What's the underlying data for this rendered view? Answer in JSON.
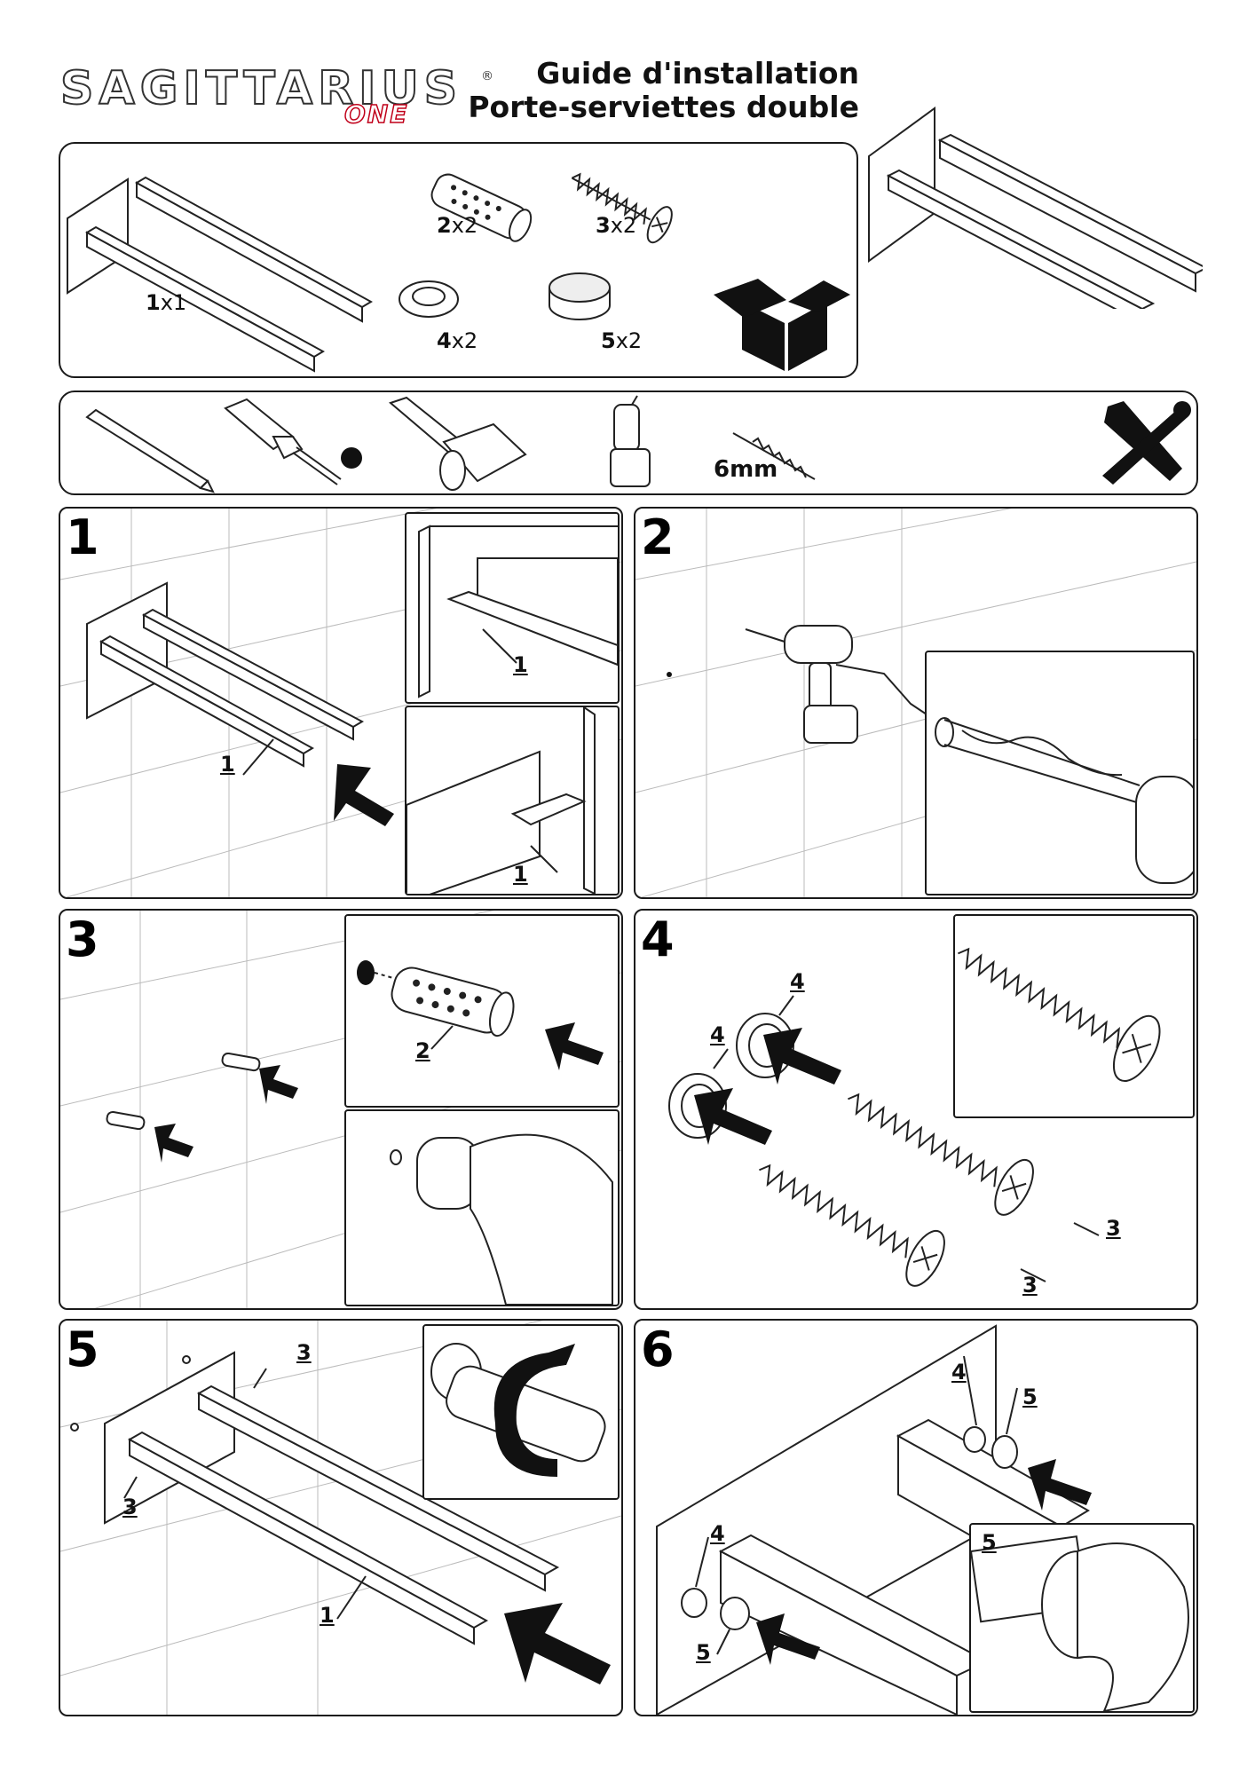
{
  "brand": {
    "name": "SAGITTARIUS",
    "registered": "®",
    "sub": "ONE"
  },
  "title": {
    "line1": "Guide d'installation",
    "line2": "Porte-serviettes double"
  },
  "parts": [
    {
      "number": "1",
      "quantity": "x1",
      "icon": "towel-rail-icon"
    },
    {
      "number": "2",
      "quantity": "x2",
      "icon": "wall-plug-icon"
    },
    {
      "number": "3",
      "quantity": "x2",
      "icon": "screw-icon"
    },
    {
      "number": "4",
      "quantity": "x2",
      "icon": "washer-ring-icon"
    },
    {
      "number": "5",
      "quantity": "x2",
      "icon": "cover-cap-icon"
    }
  ],
  "tools": {
    "items": [
      "pencil-icon",
      "phillips-screwdriver-icon",
      "hammer-icon",
      "cordless-drill-icon",
      "drill-bit-icon"
    ],
    "drill_bit_size": "6mm",
    "badge_icon": "tools-icon",
    "plus_symbol": "+"
  },
  "steps": [
    {
      "number": "1",
      "labels": [
        "1",
        "1",
        "1"
      ]
    },
    {
      "number": "2",
      "labels": []
    },
    {
      "number": "3",
      "labels": [
        "2"
      ]
    },
    {
      "number": "4",
      "labels": [
        "4",
        "4",
        "3",
        "3"
      ]
    },
    {
      "number": "5",
      "labels": [
        "3",
        "3",
        "1"
      ]
    },
    {
      "number": "6",
      "labels": [
        "4",
        "5",
        "4",
        "5",
        "5"
      ]
    }
  ]
}
